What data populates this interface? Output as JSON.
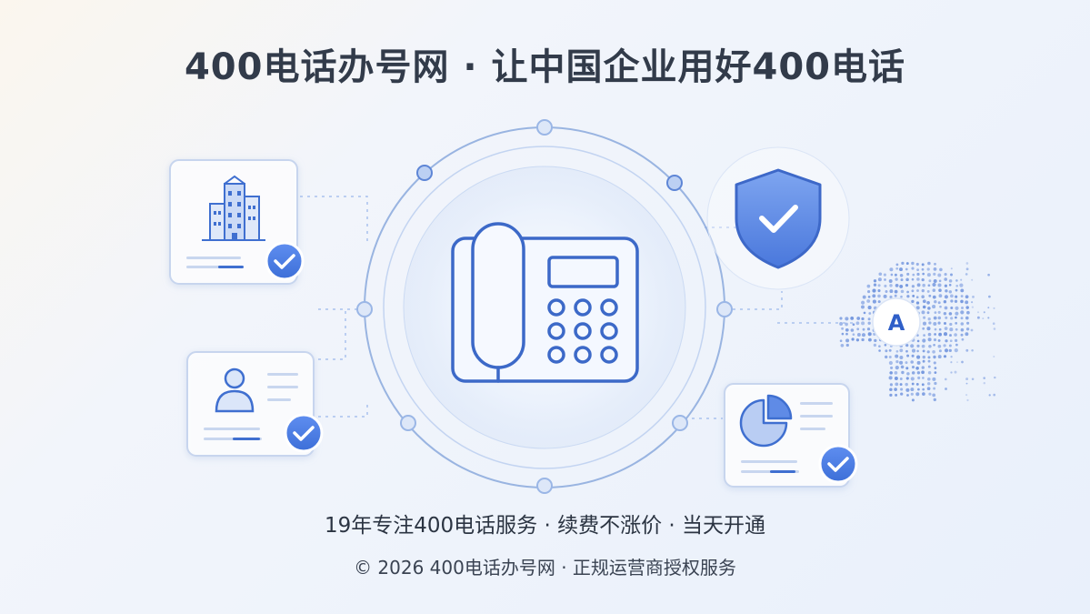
{
  "header": {
    "title": "400电话办号网 · 让中国企业用好400电话"
  },
  "footer": {
    "tagline": "19年专注400电话服务 · 续费不涨价 · 当天开通",
    "copyright": "© 2026 400电话办号网 · 正规运营商授权服务"
  },
  "ai_badge": {
    "letter": "A"
  },
  "colors": {
    "accent": "#3f72d8",
    "line": "#5c86d8",
    "soft": "#a9c1ee",
    "text": "#323b4a"
  },
  "icons": [
    "desk-phone-icon",
    "building-icon",
    "user-profile-icon",
    "shield-check-icon",
    "ai-head-icon",
    "pie-chart-icon",
    "check-badge-icon"
  ]
}
